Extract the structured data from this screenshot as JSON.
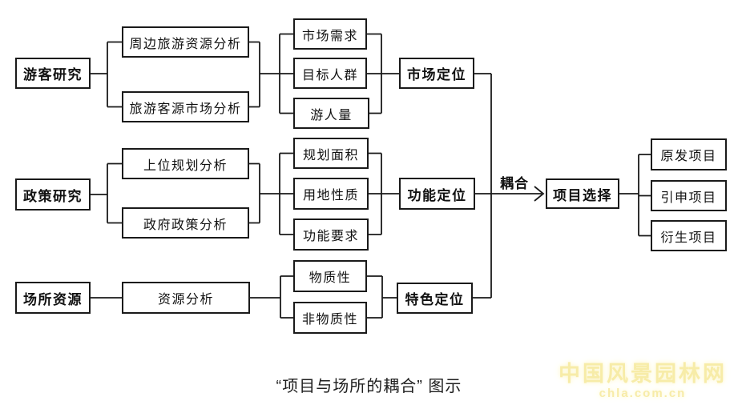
{
  "diagram": {
    "nodes": {
      "tourist_research": "游客研究",
      "surrounding_tourism_resource_analysis": "周边旅游资源分析",
      "tourism_source_market_analysis": "旅游客源市场分析",
      "market_demand": "市场需求",
      "target_group": "目标人群",
      "visitor_volume": "游人量",
      "market_positioning": "市场定位",
      "policy_research": "政策研究",
      "upper_level_planning_analysis": "上位规划分析",
      "government_policy_analysis": "政府政策分析",
      "planning_area": "规划面积",
      "land_use_nature": "用地性质",
      "functional_requirements": "功能要求",
      "functional_positioning": "功能定位",
      "site_resources": "场所资源",
      "resource_analysis": "资源分析",
      "material": "物质性",
      "non_material": "非物质性",
      "character_positioning": "特色定位",
      "coupling_label": "耦合",
      "project_selection": "项目选择",
      "original_project": "原发项目",
      "extended_project": "引申项目",
      "derived_project": "衍生项目"
    },
    "caption": "“项目与场所的耦合” 图示",
    "watermark": {
      "title": "中国风景园林网",
      "url": "chla.com.cn"
    },
    "colors": {
      "line": "#1a1a1a",
      "background": "#ffffff",
      "watermark": "#f7eca8"
    }
  }
}
